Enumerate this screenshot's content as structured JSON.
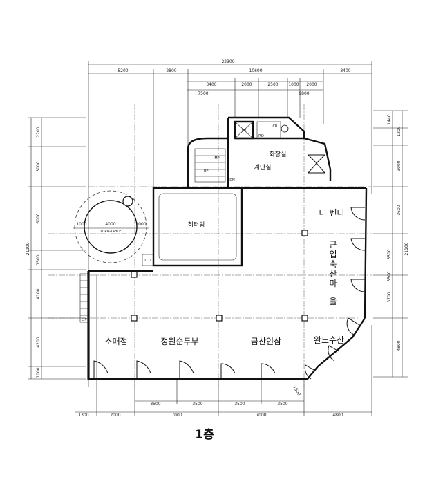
{
  "floor_label": "1층",
  "rooms": {
    "stair_hall": "계단실",
    "restroom": "화장실",
    "heating": "히터링",
    "the_venti": "더 벤티",
    "keunip_meat": [
      "큰",
      "입",
      "축",
      "산",
      "마",
      "을"
    ],
    "store": "소매점",
    "jeongwon_tofu": "정원순두부",
    "geumsan_ginseng": "금산인삼",
    "wando_seafood": "완도수산",
    "turn_table": "TURN-TABLE",
    "ev": "EV",
    "cr": "CR",
    "mp": "MP",
    "up": "UP",
    "dn": "DN",
    "pd": "P.D",
    "co": "C.O",
    "ev_small": "E.V"
  },
  "dims_top": {
    "total": "22300",
    "row2": [
      "5200",
      "2800",
      "10600",
      "3400"
    ],
    "row3": [
      "3400",
      "2000",
      "2500",
      "1000",
      "2000"
    ],
    "row4": [
      "7500",
      "9800"
    ]
  },
  "dims_bottom": {
    "row1": [
      "3500",
      "3500",
      "3500",
      "3500"
    ],
    "row2": [
      "1300",
      "2000",
      "7000",
      "7000",
      "4800"
    ],
    "diag": "1500"
  },
  "dims_left": {
    "total": "21100",
    "segments": [
      "2200",
      "3000",
      "6000",
      "1500",
      "4100",
      "4200",
      "1000"
    ]
  },
  "dims_right": {
    "total": "21100",
    "segments": [
      "1440",
      "1200",
      "3000",
      "3600",
      "3500",
      "3500",
      "3700",
      "4800"
    ]
  },
  "turntable_dims": [
    "1000",
    "4000",
    "1000"
  ]
}
